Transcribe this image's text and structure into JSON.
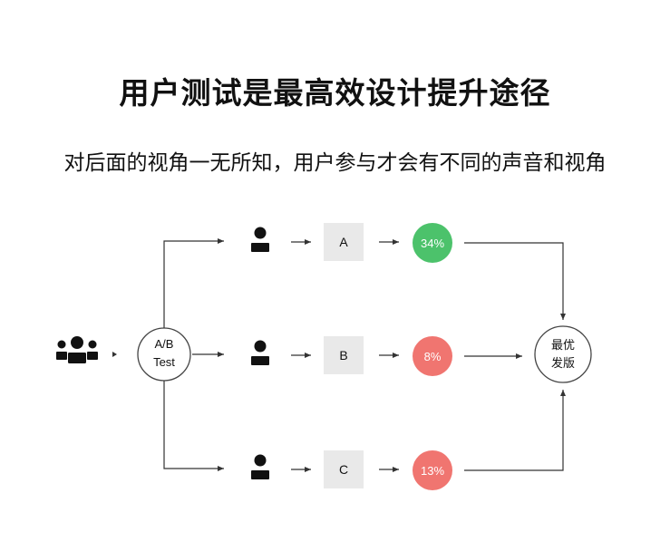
{
  "header": {
    "title": "用户测试是最高效设计提升途径",
    "subtitle": "对后面的视角一无所知，用户参与才会有不同的声音和视角"
  },
  "diagram": {
    "source": {
      "icon": "user-group-icon"
    },
    "test_node": {
      "line1": "A/B",
      "line2": "Test"
    },
    "branches": [
      {
        "variant": "A",
        "result": "34%",
        "result_color": "#4cc26b",
        "icon": "user-icon"
      },
      {
        "variant": "B",
        "result": "8%",
        "result_color": "#f07570",
        "icon": "user-icon"
      },
      {
        "variant": "C",
        "result": "13%",
        "result_color": "#f07570",
        "icon": "user-icon"
      }
    ],
    "final_node": {
      "line1": "最优",
      "line2": "发版"
    }
  },
  "colors": {
    "line": "#333333",
    "variant_box": "#e9e9e9",
    "circle_border": "#444444"
  }
}
